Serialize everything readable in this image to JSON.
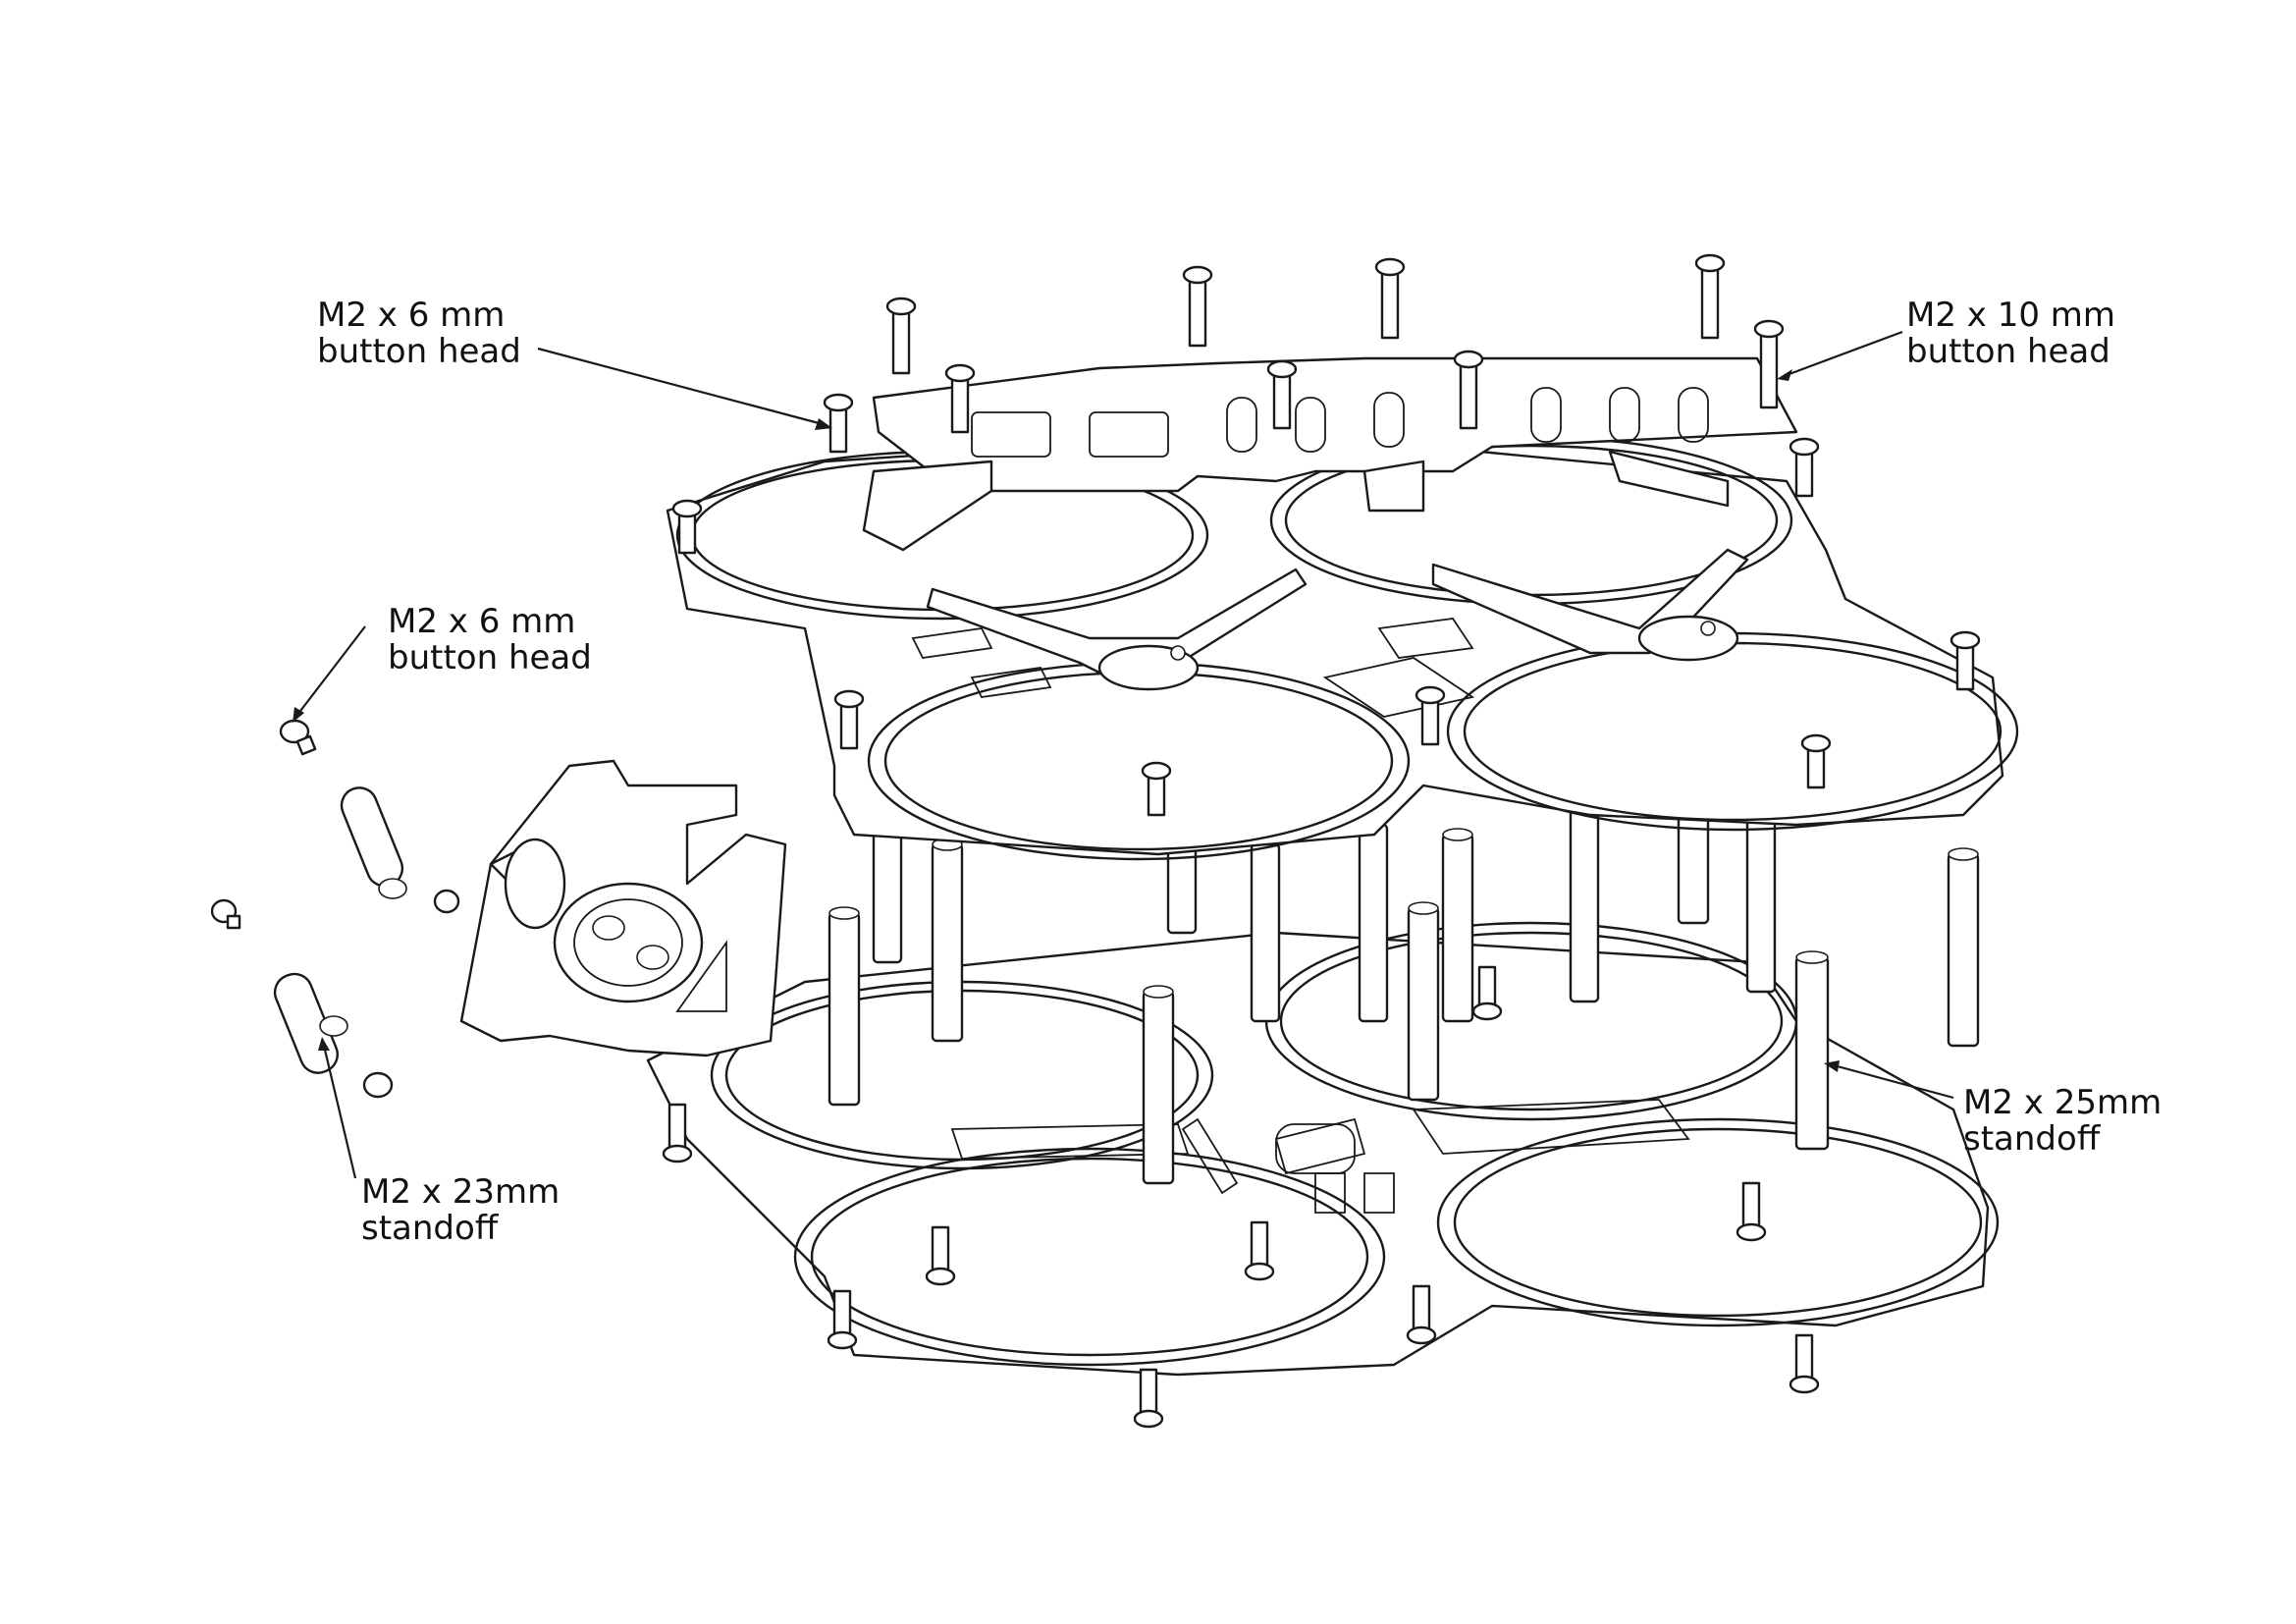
{
  "callouts": {
    "top_left": {
      "line1": "M2 x 6 mm",
      "line2": "button head"
    },
    "top_right": {
      "line1": "M2 x 10 mm",
      "line2": "button head"
    },
    "mid_left": {
      "line1": "M2 x 6 mm",
      "line2": "button head"
    },
    "bottom_left": {
      "line1": "M2 x 23mm",
      "line2": "standoff"
    },
    "bottom_right": {
      "line1": "M2 x 25mm",
      "line2": "standoff"
    }
  },
  "colors": {
    "line": "#1a1a1a",
    "background": "#ffffff"
  }
}
